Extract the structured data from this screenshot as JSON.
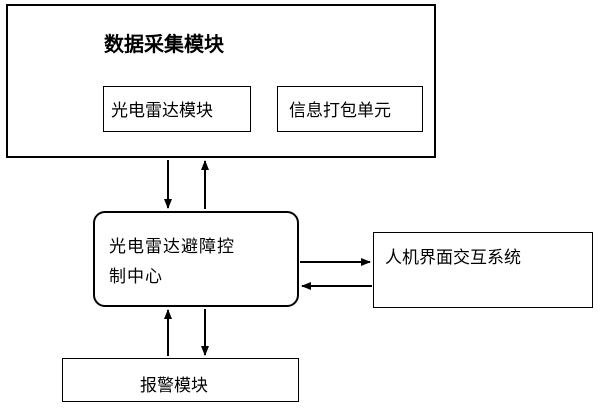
{
  "diagram": {
    "acquisition_module": {
      "title": "数据采集模块",
      "lidar_module": "光电雷达模块",
      "packing_unit": "信息打包单元"
    },
    "control_center": {
      "line1": "光电雷达避障控",
      "line2": "制中心"
    },
    "hmi_system": "人机界面交互系统",
    "alarm_module": "报警模块"
  }
}
